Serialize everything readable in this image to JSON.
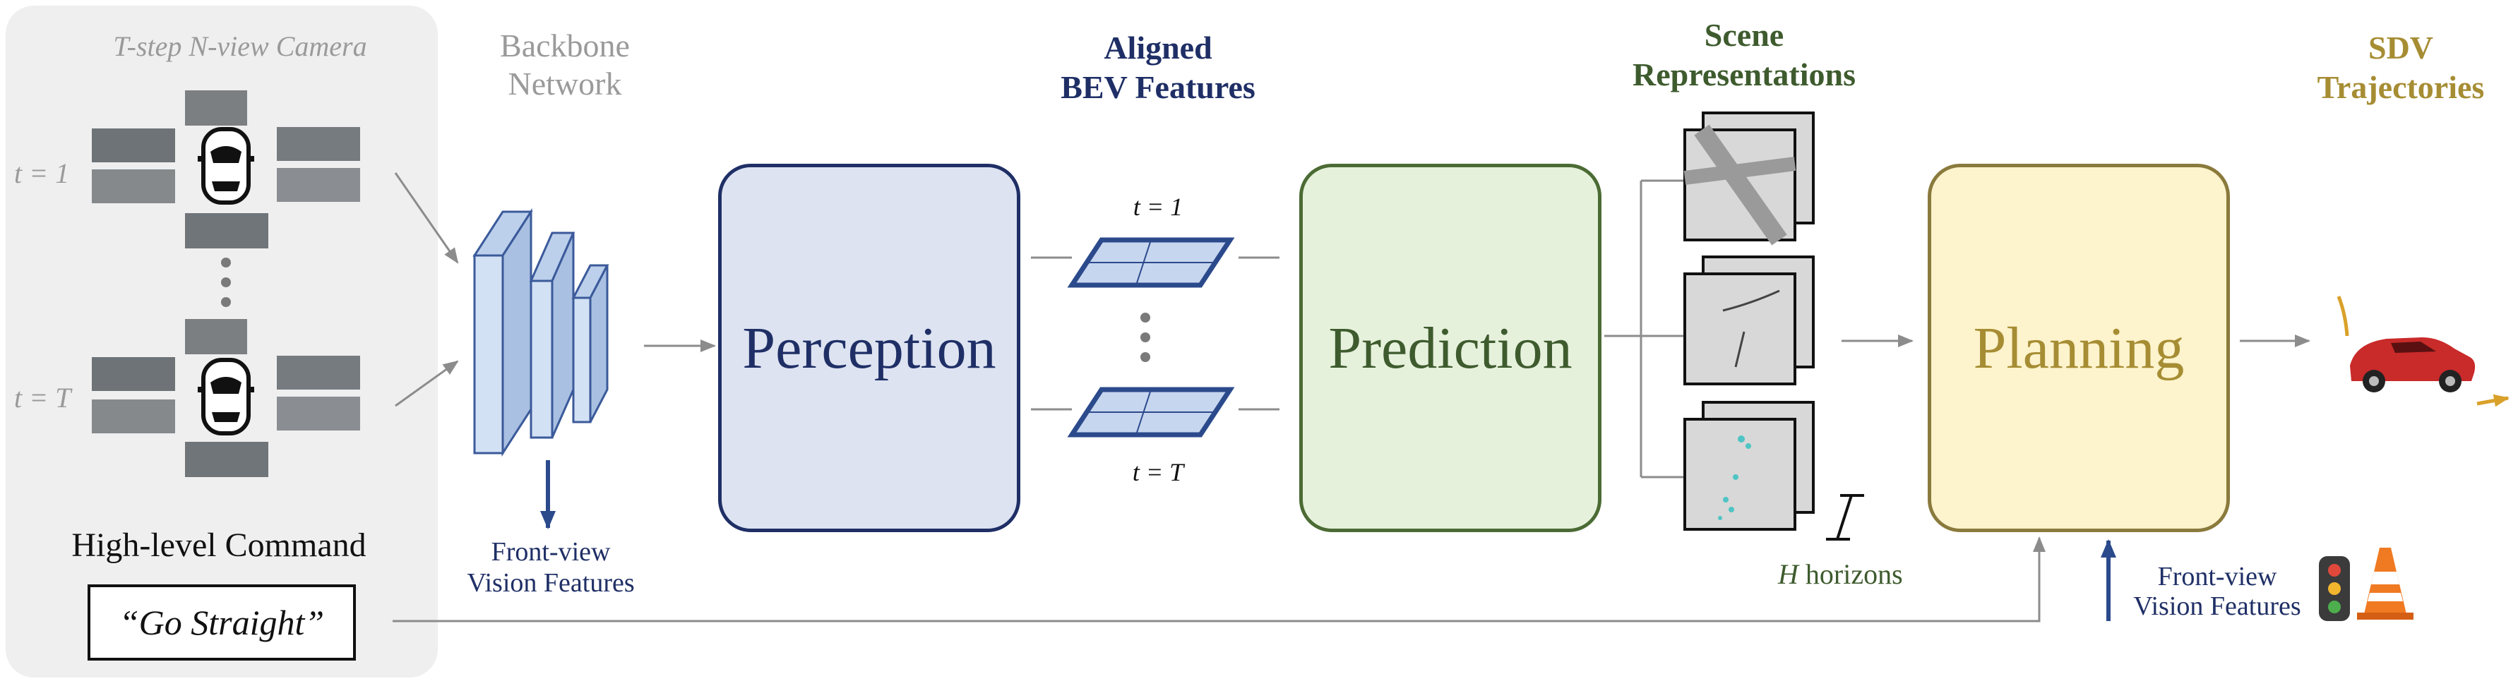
{
  "camera": {
    "title": "T-step N-view Camera",
    "t1_label": "t = 1",
    "tT_label": "t = T"
  },
  "backbone": {
    "title_line1": "Backbone",
    "title_line2": "Network"
  },
  "front_view_1": {
    "line1": "Front-view",
    "line2": "Vision Features"
  },
  "command": {
    "heading": "High-level Command",
    "text": "“Go Straight”"
  },
  "perception": {
    "label": "Perception"
  },
  "bev": {
    "title_line1": "Aligned",
    "title_line2": "BEV Features",
    "t1_label": "t = 1",
    "tT_label": "t = T"
  },
  "prediction": {
    "label": "Prediction"
  },
  "scene": {
    "title_line1": "Scene",
    "title_line2": "Representations",
    "horizon_var": "H",
    "horizon_text": "horizons"
  },
  "planning": {
    "label": "Planning"
  },
  "front_view_2": {
    "line1": "Front-view",
    "line2": "Vision Features"
  },
  "sdv": {
    "title_line1": "SDV",
    "title_line2": "Trajectories"
  },
  "colors": {
    "camera_panel": "#efefef",
    "perception_fill": "#dde3f1",
    "perception_border": "#1f2f66",
    "prediction_fill": "#e6f1dc",
    "prediction_border": "#4b6b34",
    "planning_fill": "#fdf3cc",
    "planning_border": "#8a7a3c",
    "bev_fill": "#c7d6ef",
    "bev_border": "#2b4a8c",
    "arrow_gray": "#8c8c8c",
    "arrow_blue": "#2b4a8c"
  }
}
